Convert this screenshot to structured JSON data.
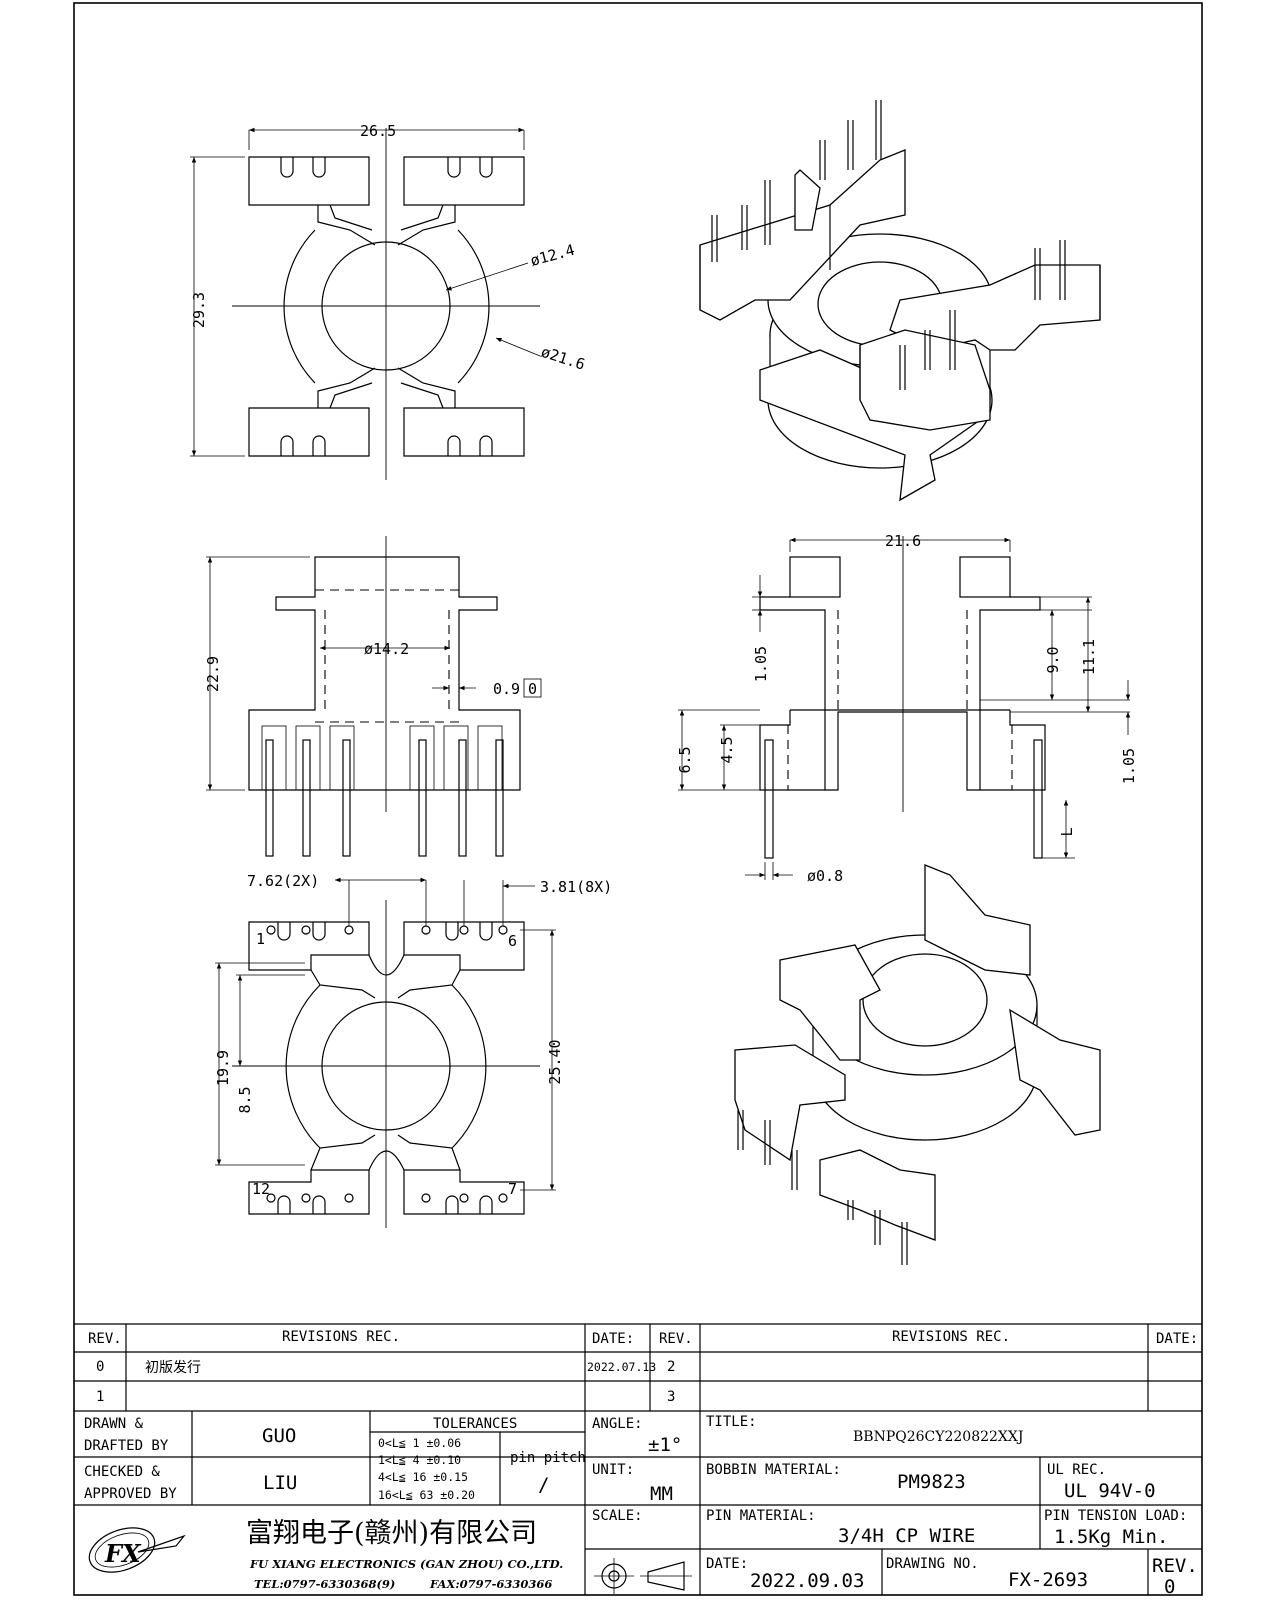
{
  "dimensions": {
    "top_width": "26.5",
    "top_height": "29.3",
    "core_dia": "ø12.4",
    "outer_dia": "ø21.6",
    "front_height": "22.9",
    "front_dia": "ø14.2",
    "wall": "0.9",
    "wall_suffix": "0",
    "side_width": "21.6",
    "side_1_05_top": "1.05",
    "side_9_0": "9.0",
    "side_11_1": "11.1",
    "side_1_05_bot": "1.05",
    "side_6_5": "6.5",
    "side_4_5": "4.5",
    "side_L": "L",
    "pin_dia": "ø0.8",
    "pitch_762": "7.62(2X)",
    "pitch_381": "3.81(8X)",
    "bottom_19_9": "19.9",
    "bottom_8_5": "8.5",
    "bottom_25_40": "25.40",
    "pin_1": "1",
    "pin_6": "6",
    "pin_12": "12",
    "pin_7": "7"
  },
  "title_block": {
    "rev_header": "REV.",
    "revisions_header": "REVISIONS   REC.",
    "date_header": "DATE:",
    "rev_header_2": "REV.",
    "revisions_header_2": "REVISIONS   REC.",
    "date_header_2": "DATE:",
    "rows": [
      {
        "rev": "0",
        "text": "初版发行",
        "date": "2022.07.13",
        "rev2": "2"
      },
      {
        "rev": "1",
        "text": "",
        "date": "",
        "rev2": "3"
      }
    ],
    "drawn_label_1": "DRAWN &",
    "drawn_label_2": "DRAFTED BY",
    "drawn_value": "GUO",
    "checked_label_1": "CHECKED &",
    "checked_label_2": "APPROVED BY",
    "checked_value": "LIU",
    "tolerances_label": "TOLERANCES",
    "tolerances": [
      "0<L≦  1   ±0.06",
      "1<L≦  4   ±0.10",
      "4<L≦ 16  ±0.15",
      "16<L≦ 63  ±0.20"
    ],
    "pin_pitch_label": "pin pitch",
    "pin_pitch_value": "/",
    "angle_label": "ANGLE:",
    "angle_value": "±1°",
    "unit_label": "UNIT:",
    "unit_value": "MM",
    "scale_label": "SCALE:",
    "title_label": "TITLE:",
    "title_value": "BBNPQ26CY220822XXJ",
    "bobbin_material_label": "BOBBIN MATERIAL:",
    "bobbin_material_value": "PM9823",
    "ul_rec_label": "UL REC.",
    "ul_rec_value": "UL 94V-0",
    "pin_material_label": "PIN MATERIAL:",
    "pin_material_value": "3/4H  CP  WIRE",
    "pin_tension_label": "PIN TENSION LOAD:",
    "pin_tension_value": "1.5Kg  Min.",
    "date_label": "DATE:",
    "date_value": "2022.09.03",
    "drawing_no_label": "DRAWING NO.",
    "drawing_no_value": "FX-2693",
    "rev_label": "REV.",
    "rev_value": "0",
    "company_cn": "富翔电子(赣州)有限公司",
    "company_en": "FU XIANG ELECTRONICS (GAN ZHOU) CO.,LTD.",
    "tel": "TEL:0797-6330368(9)",
    "fax": "FAX:0797-6330366",
    "logo_text": "FX"
  }
}
